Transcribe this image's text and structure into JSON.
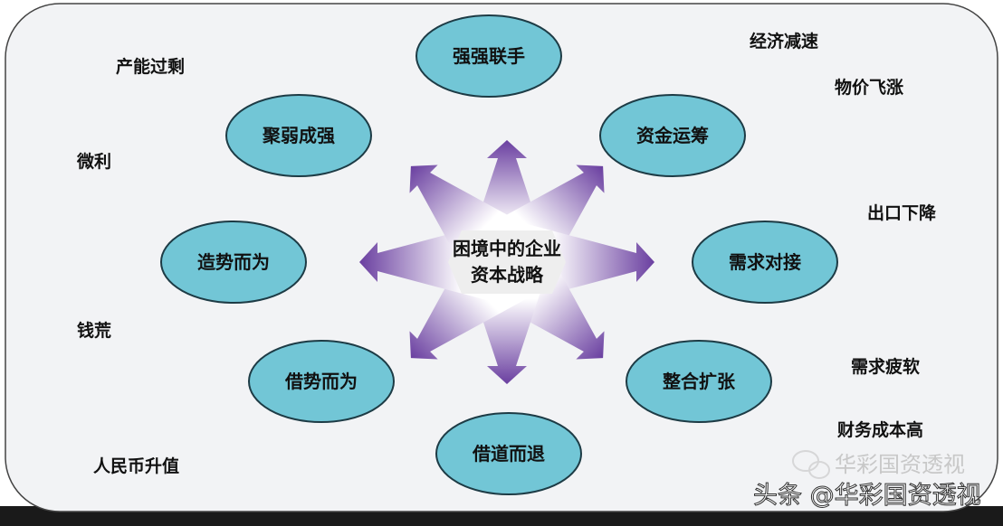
{
  "center": {
    "line1": "困境中的企业",
    "line2": "资本战略"
  },
  "strategies": [
    "强强联手",
    "资金运筹",
    "需求对接",
    "整合扩张",
    "借道而退",
    "借势而为",
    "造势而为",
    "聚弱成强"
  ],
  "left_factors": [
    "产能过剩",
    "微利",
    "钱荒",
    "人民币升值"
  ],
  "right_factors": [
    "经济减速",
    "物价飞涨",
    "出口下降",
    "需求疲软",
    "财务成本高"
  ],
  "watermark": {
    "faint": "华彩国资透视",
    "caption": "头条 @华彩国资透视"
  },
  "colors": {
    "oval": "#72c6d6",
    "arrow": "#6a3fa0",
    "background": "#f2f3f5"
  }
}
